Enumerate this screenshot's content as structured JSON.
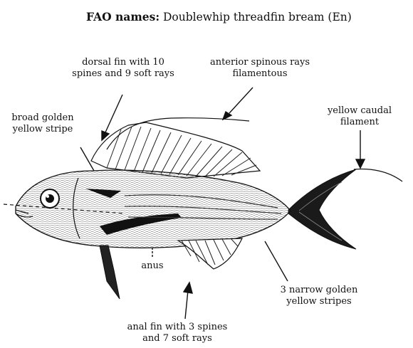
{
  "header": {
    "label": "FAO names:",
    "value": "Doublewhip threadfin bream (En)"
  },
  "labels": {
    "dorsal_fin": [
      "dorsal fin with 10",
      "spines and 9 soft rays"
    ],
    "anterior_rays": [
      "anterior spinous rays",
      "filamentous"
    ],
    "broad_stripe": [
      "broad golden",
      "yellow stripe"
    ],
    "caudal_filament": [
      "yellow caudal",
      "filament"
    ],
    "anus": [
      "anus"
    ],
    "narrow_stripes": [
      "3 narrow golden",
      "yellow stripes"
    ],
    "anal_fin": [
      "anal fin with 3 spines",
      "and 7 soft rays"
    ]
  }
}
